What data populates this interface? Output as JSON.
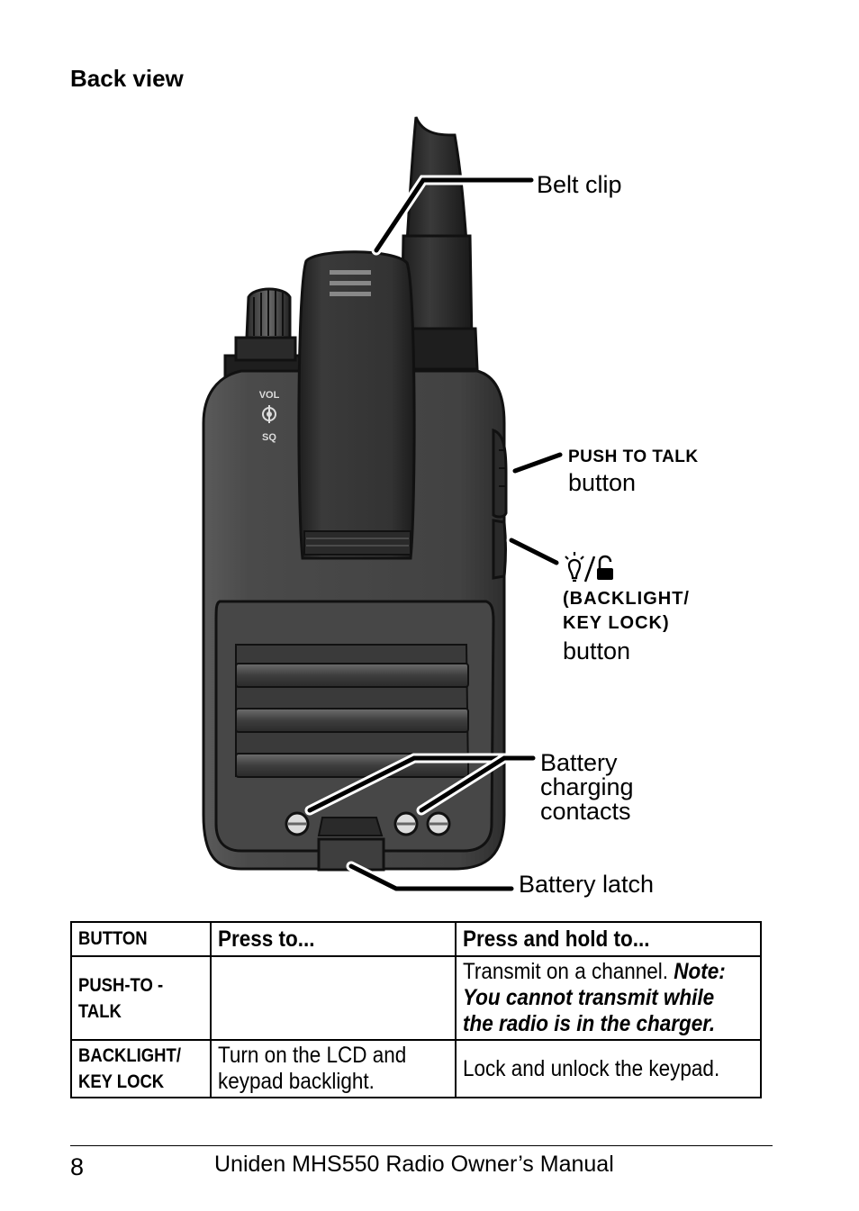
{
  "section_title": "Back view",
  "callouts": {
    "belt_clip": "Belt clip",
    "ptt_line1": "PUSH TO TALK",
    "ptt_line2": "button",
    "backlight_line1": "(BACKLIGHT/",
    "backlight_line2": "KEY LOCK)",
    "backlight_line3": "button",
    "contacts_line1": "Battery",
    "contacts_line2": "charging",
    "contacts_line3": "contacts",
    "battery_latch": "Battery latch"
  },
  "device_labels": {
    "vol": "VOL",
    "sq": "SQ"
  },
  "table": {
    "headers": [
      "BUTTON",
      "Press to...",
      "Press and hold to..."
    ],
    "rows": [
      {
        "button_line1": "PUSH-TO -",
        "button_line2": "TALK",
        "press": "",
        "hold_line1": "Transmit on a channel.",
        "hold_note_label": "Note:",
        "hold_line2": "You cannot transmit while",
        "hold_line3": "the radio is in the charger."
      },
      {
        "button_line1": "BACKLIGHT/",
        "button_line2": "KEY LOCK",
        "press_line1": "Turn on the LCD and",
        "press_line2": "keypad backlight.",
        "hold": "Lock and unlock the keypad."
      }
    ]
  },
  "footer": {
    "page_number": "8",
    "manual_title": "Uniden MHS550 Radio Owner’s Manual"
  },
  "colors": {
    "body_dark": "#3a3a3a",
    "body_mid": "#555555",
    "clip": "#2e2e2e",
    "text": "#000000"
  }
}
